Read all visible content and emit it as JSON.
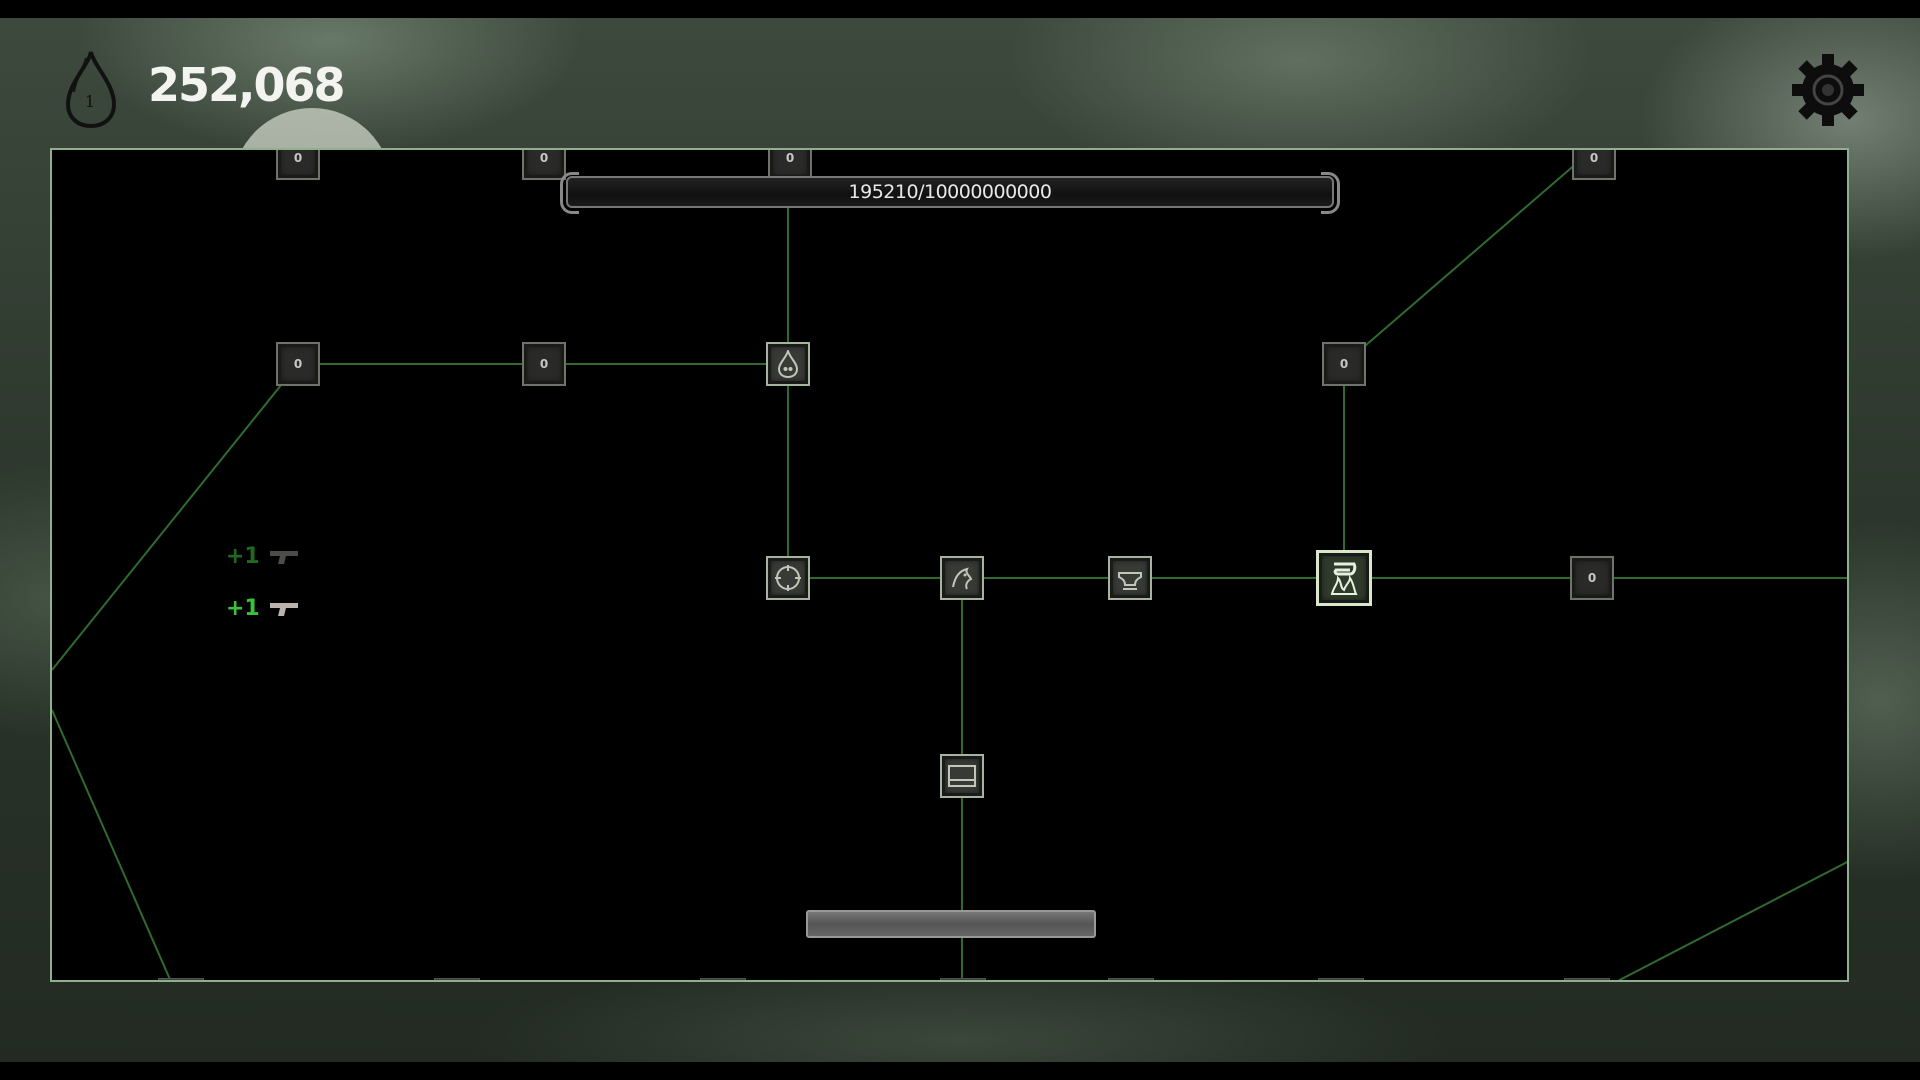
{
  "hud": {
    "currency_amount": "252,068",
    "currency_level": "1",
    "currency_icon": "soul-drop-icon",
    "settings_icon": "gear-icon"
  },
  "skill_tree": {
    "progress_text": "195210/10000000000",
    "progress_fraction": 1.95e-05
  },
  "gains": [
    {
      "amount": "+1",
      "icon": "pistol-icon"
    },
    {
      "amount": "+1",
      "icon": "pistol-icon"
    }
  ],
  "colors": {
    "accent": "#39c23a",
    "border": "#8fb08f",
    "link": "#2f6b2f"
  },
  "nodes": [
    {
      "id": "locked-top-1",
      "state": "locked",
      "icon": "lock-icon"
    },
    {
      "id": "locked-top-2",
      "state": "locked",
      "icon": "lock-icon"
    },
    {
      "id": "locked-top-3",
      "state": "locked",
      "icon": "lock-icon"
    },
    {
      "id": "locked-top-4",
      "state": "locked",
      "icon": "lock-icon"
    },
    {
      "id": "locked-row2-1",
      "state": "locked",
      "icon": "lock-icon"
    },
    {
      "id": "locked-row2-2",
      "state": "locked",
      "icon": "lock-icon"
    },
    {
      "id": "soul-drop-node",
      "state": "unlocked",
      "icon": "soul-drop-skull-icon"
    },
    {
      "id": "locked-row2-4",
      "state": "locked",
      "icon": "lock-icon"
    },
    {
      "id": "crosshair-node",
      "state": "unlocked",
      "icon": "crosshair-icon"
    },
    {
      "id": "beast-node",
      "state": "unlocked",
      "icon": "beast-icon"
    },
    {
      "id": "anvil-node",
      "state": "unlocked",
      "icon": "anvil-icon"
    },
    {
      "id": "fire-node",
      "state": "selected",
      "icon": "fire-tome-icon"
    },
    {
      "id": "locked-mid-right",
      "state": "locked",
      "icon": "lock-icon"
    },
    {
      "id": "chest-node",
      "state": "unlocked",
      "icon": "chest-icon"
    }
  ]
}
